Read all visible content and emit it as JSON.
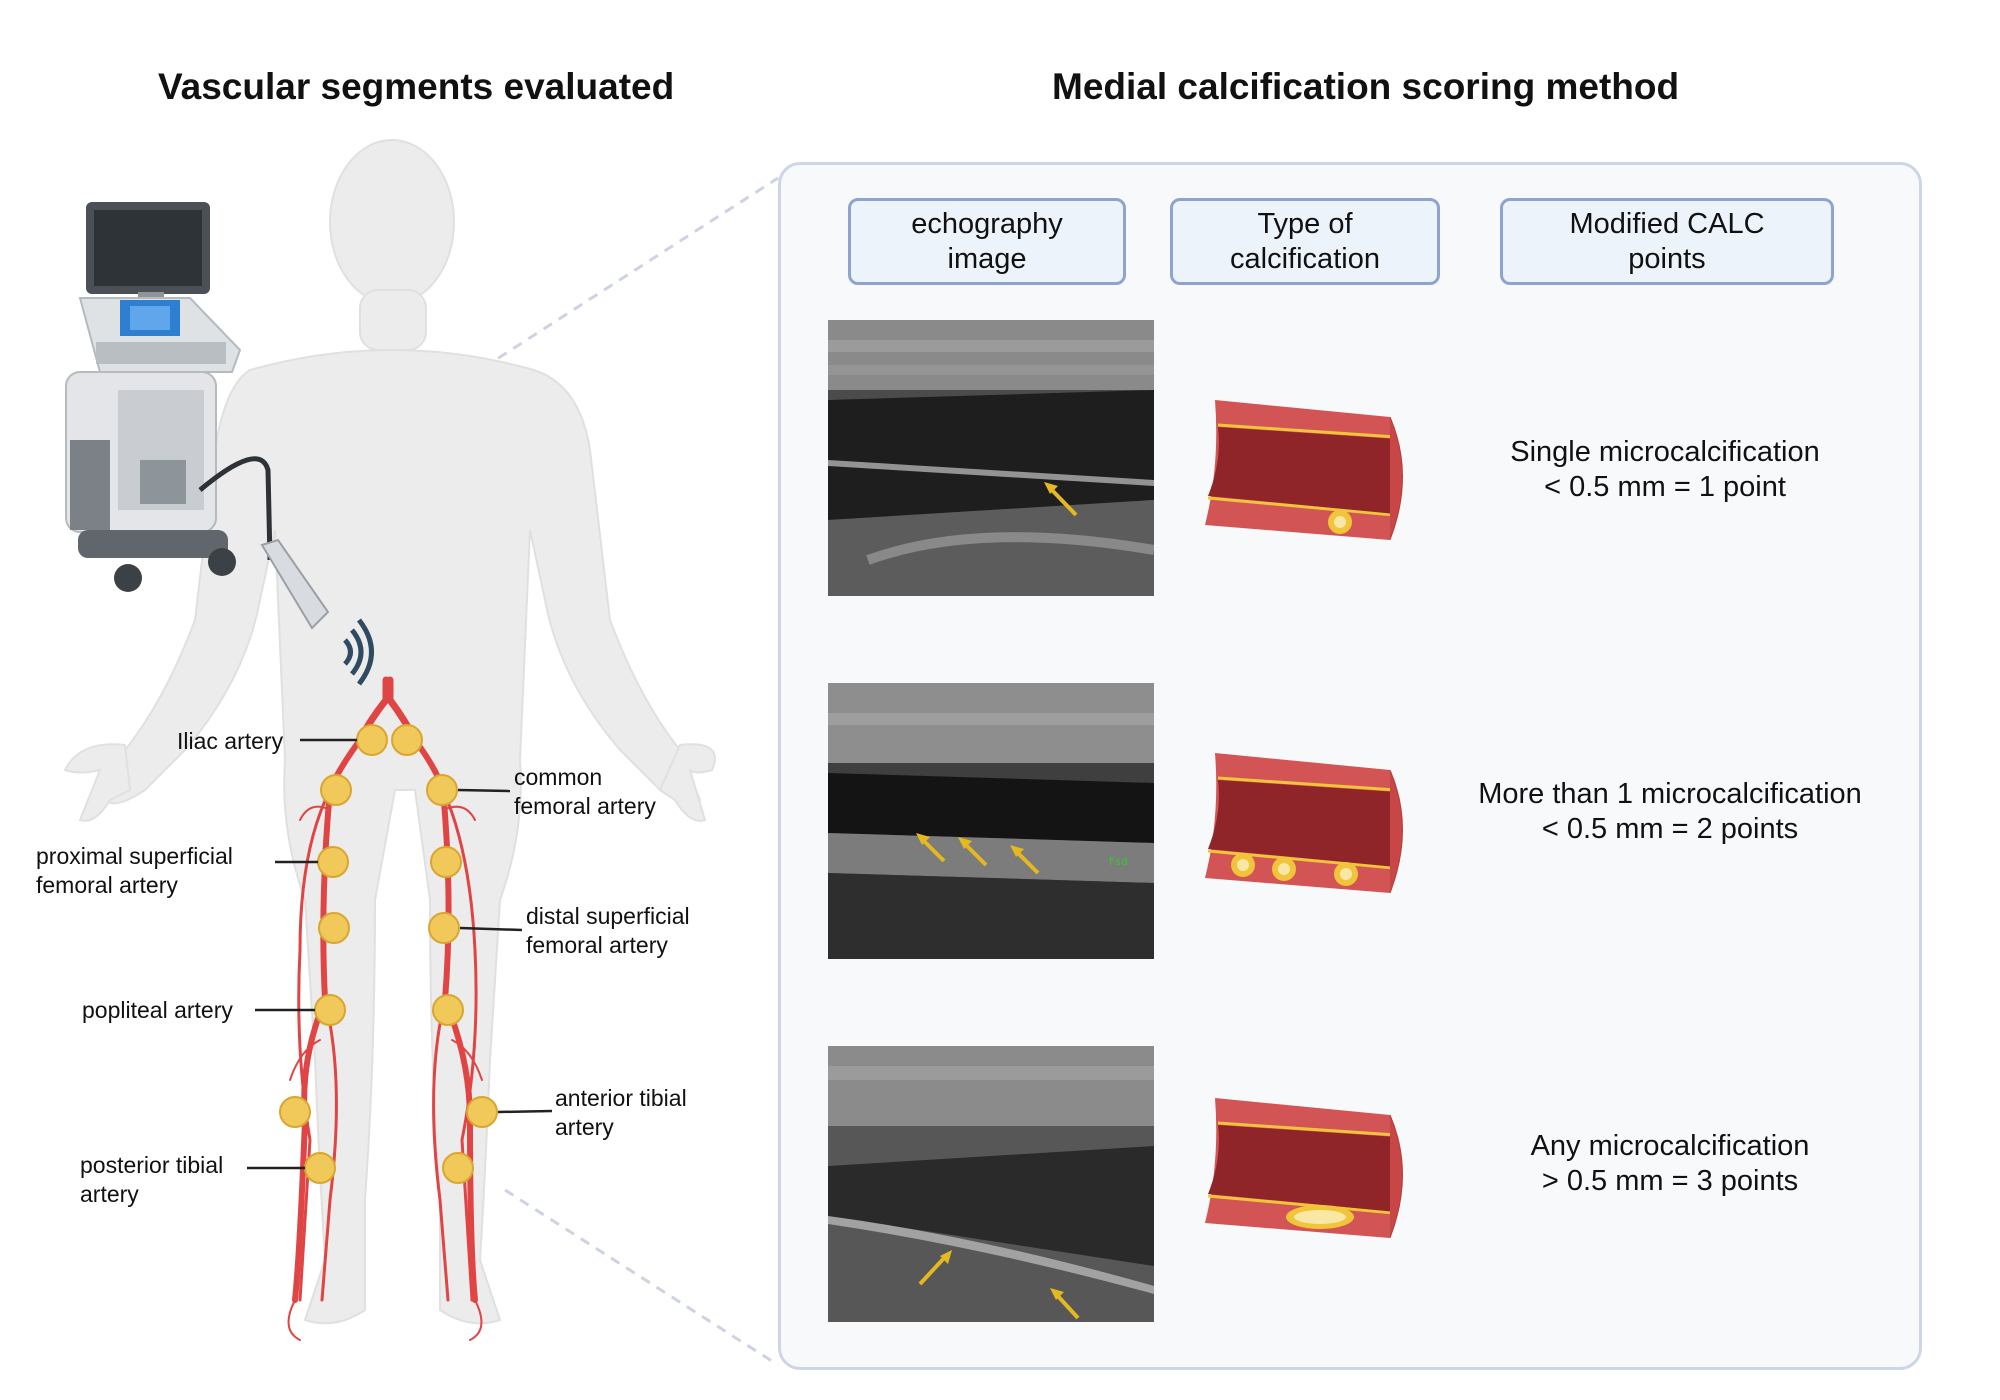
{
  "titles": {
    "left": "Vascular segments evaluated",
    "right": "Medial calcification scoring method"
  },
  "artery_labels": {
    "iliac": [
      "Iliac artery"
    ],
    "common_femoral": [
      "common",
      "femoral artery"
    ],
    "proximal_sfa": [
      "proximal superficial",
      "femoral  artery"
    ],
    "distal_sfa": [
      "distal superficial",
      "femoral  artery"
    ],
    "popliteal": [
      "popliteal artery"
    ],
    "anterior_tibial": [
      "anterior tibial",
      "artery"
    ],
    "posterior_tibial": [
      "posterior tibial",
      "artery"
    ]
  },
  "table_headers": [
    [
      "echography",
      "image"
    ],
    [
      "Type of",
      "calcification"
    ],
    [
      "Modified CALC",
      "points"
    ]
  ],
  "echo_annotation": "fsd",
  "rows": [
    {
      "points": [
        "Single microcalcification",
        "< 0.5 mm = 1 point"
      ]
    },
    {
      "points": [
        "More than 1 microcalcification",
        "< 0.5 mm  = 2 points"
      ]
    },
    {
      "points": [
        "Any microcalcification",
        "> 0.5 mm  = 3 points"
      ]
    }
  ],
  "colors": {
    "vessel_outer": "#d35454",
    "vessel_lumen": "#8f2528",
    "calcification": "#f0c53b",
    "artery_line": "#e04545",
    "marker": "#f0c95a",
    "body": "#ececec",
    "header_border": "#8ea4cf"
  }
}
